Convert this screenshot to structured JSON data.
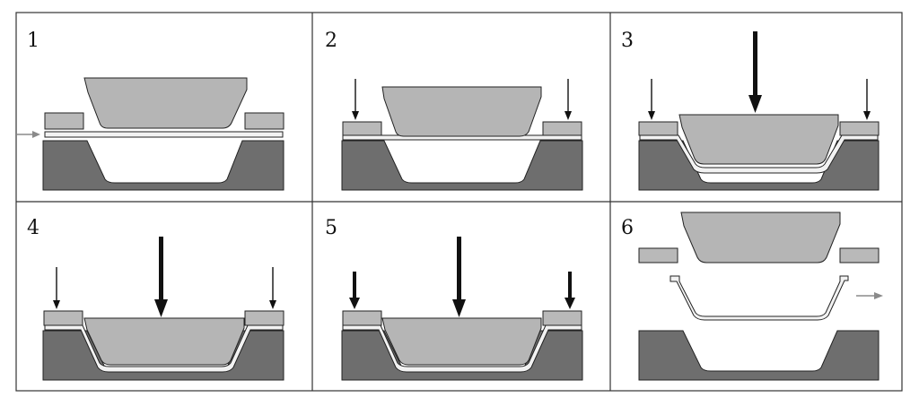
{
  "colors": {
    "punch": "#b5b5b5",
    "die": "#6e6e6e",
    "holder": "#b9b9b9",
    "blank": "#f2f2f2",
    "outline": "#222222",
    "grid": "#333333",
    "arrow": "#111111",
    "feed_arrow": "#8a8a8a"
  },
  "panels": [
    {
      "label": "1"
    },
    {
      "label": "2"
    },
    {
      "label": "3"
    },
    {
      "label": "4"
    },
    {
      "label": "5"
    },
    {
      "label": "6"
    }
  ]
}
